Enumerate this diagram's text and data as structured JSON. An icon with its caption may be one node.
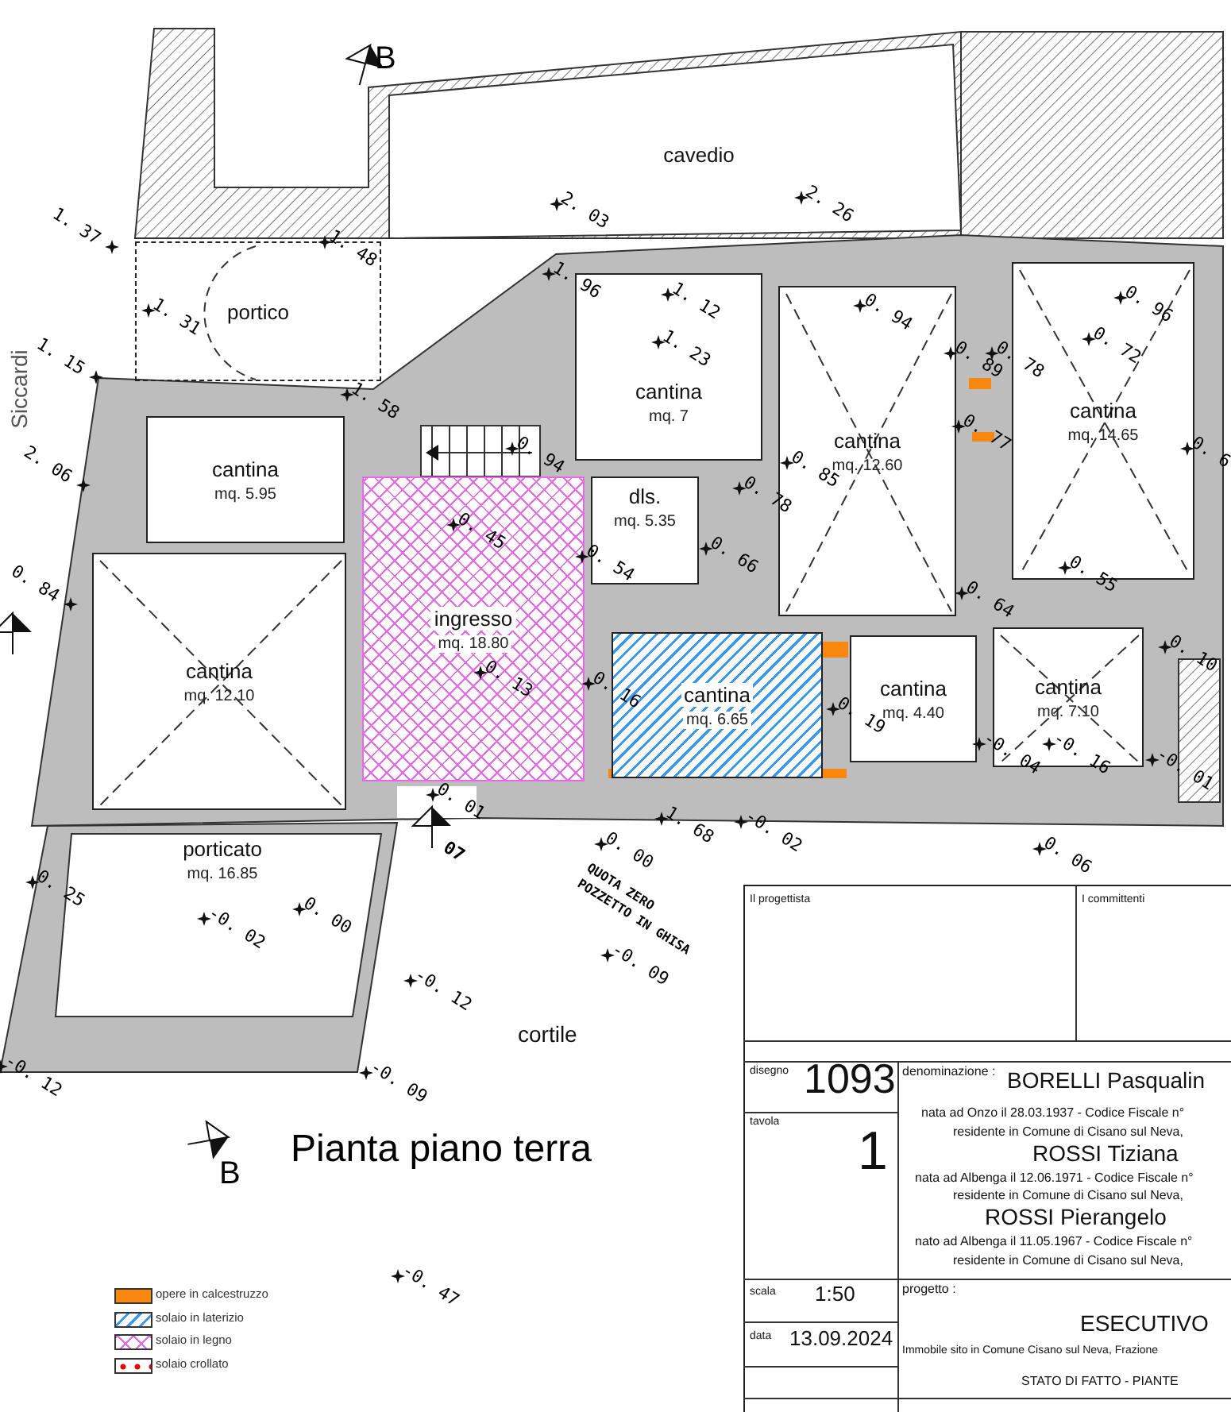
{
  "diagram": {
    "title": "Pianta piano terra",
    "nodes": [
      {
        "text": [
          "cavedio"
        ]
      },
      {
        "text": [
          "portico"
        ]
      },
      {
        "text": [
          "cantina",
          "mq. 5.95"
        ]
      },
      {
        "text": [
          "cantina",
          "mq. 7"
        ]
      },
      {
        "text": [
          "dls.",
          "mq. 5.35"
        ]
      },
      {
        "text": [
          "cantina",
          "mq. 12.60"
        ]
      },
      {
        "text": [
          "cantina",
          "mq. 14.65"
        ]
      },
      {
        "text": [
          "cantina",
          "mq. 12.10"
        ]
      },
      {
        "text": [
          "ingresso",
          "mq. 18.80"
        ]
      },
      {
        "text": [
          "cantina",
          "mq. 6.65"
        ]
      },
      {
        "text": [
          "cantina",
          "mq. 4.40"
        ]
      },
      {
        "text": [
          "cantina",
          "mq. 7.10"
        ]
      },
      {
        "text": [
          "porticato",
          "mq. 16.85"
        ]
      },
      {
        "text": [
          "cortile"
        ]
      }
    ],
    "labels": [
      "B",
      "2. 03",
      "2. 26",
      "1. 37",
      "1. 48",
      "1. 96",
      "1. 12",
      "1. 31",
      "1. 23",
      "0. 94",
      "0. 96",
      "0. 72",
      "0. 89",
      "0. 78",
      "1. 15",
      "1. 58",
      "0. 77",
      "0. 94",
      "0. 85",
      "0. 6",
      "2. 06",
      "0. 78",
      "0. 45",
      "0. 54",
      "0. 66",
      "0. 55",
      "0. 64",
      "0. 84",
      "0. 13",
      "0. 16",
      "0. 19",
      "0. 10",
      "-0. 16",
      "-0. 04",
      "-0. 01",
      "0. 01",
      "07",
      "0. 25",
      "0. 00",
      "-0. 02",
      "1. 68",
      "-0. 02",
      "0. 00",
      "QUOTA ZERO",
      "POZZETTO IN GHISA",
      "0. 06",
      "-0. 09",
      "-0. 12",
      "-0. 12",
      "-0. 09",
      "B",
      "-0. 47",
      "Siccardi",
      "Il progettista",
      "I committenti",
      "disegno",
      "1093",
      "denominazione :",
      "BORELLI Pasqualin",
      "nata ad Onzo il 28.03.1937 - Codice Fiscale n°",
      "residente in Comune di Cisano sul Neva,",
      "ROSSI Tiziana",
      "nata ad Albenga il 12.06.1971 - Codice Fiscale n°",
      "residente in Comune di Cisano sul Neva,",
      "ROSSI Pierangelo",
      "nato ad Albenga il 11.05.1967 - Codice Fiscale n°",
      "residente in Comune di Cisano sul Neva,",
      "tavola",
      "1",
      "scala",
      "1:50",
      "data",
      "13.09.2024",
      "progetto :",
      "ESECUTIVO",
      "Immobile sito in Comune Cisano sul Neva, Frazione",
      "STATO DI FATTO - PIANTE"
    ],
    "legend": [
      {
        "text": "opere in calcestruzzo",
        "color": "#f7870f"
      },
      {
        "text": "solaio in laterizio"
      },
      {
        "text": "solaio in legno"
      },
      {
        "text": "solaio crollato"
      }
    ]
  }
}
